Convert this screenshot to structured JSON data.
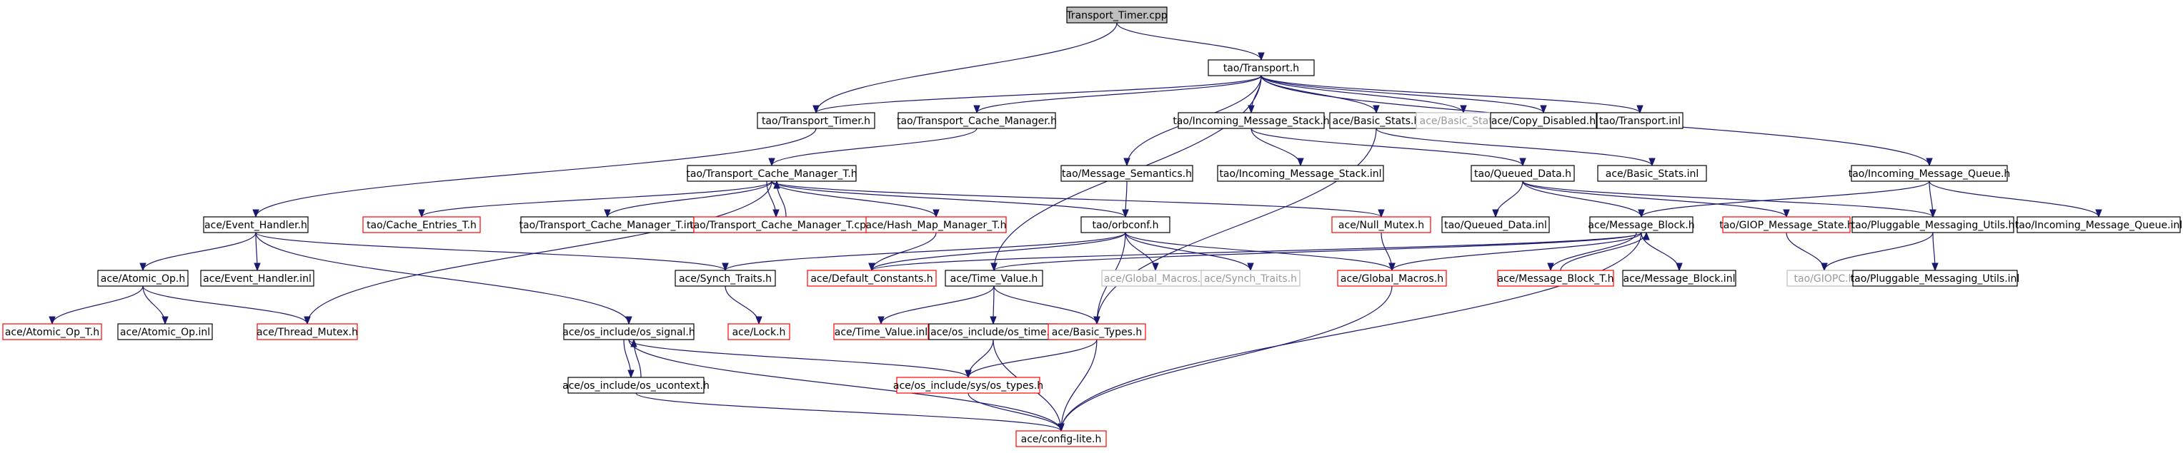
{
  "colors": {
    "edge": "#191970",
    "border_default": "#000000",
    "border_red": "#ff0000",
    "border_grey": "#bfbfbf",
    "root_fill": "#bfbfbf",
    "text_default": "#000000",
    "text_grey": "#999999"
  },
  "nodes": [
    {
      "id": "n0",
      "label": "Transport_Timer.cpp",
      "style": "root"
    },
    {
      "id": "n1",
      "label": "tao/Transport.h",
      "style": "black"
    },
    {
      "id": "n2",
      "label": "tao/Transport_Timer.h",
      "style": "black"
    },
    {
      "id": "n3",
      "label": "tao/Transport_Cache_Manager.h",
      "style": "black"
    },
    {
      "id": "n4",
      "label": "tao/Incoming_Message_Stack.h",
      "style": "black"
    },
    {
      "id": "n5",
      "label": "ace/Basic_Stats.h",
      "style": "black"
    },
    {
      "id": "n6",
      "label": "ace/Basic_Stats.h",
      "style": "grey"
    },
    {
      "id": "n7",
      "label": "ace/Copy_Disabled.h",
      "style": "black"
    },
    {
      "id": "n8",
      "label": "tao/Transport.inl",
      "style": "black"
    },
    {
      "id": "n9",
      "label": "tao/Transport_Cache_Manager_T.h",
      "style": "black"
    },
    {
      "id": "n10",
      "label": "tao/Message_Semantics.h",
      "style": "black"
    },
    {
      "id": "n11",
      "label": "tao/Incoming_Message_Stack.inl",
      "style": "black"
    },
    {
      "id": "n12",
      "label": "tao/Queued_Data.h",
      "style": "black"
    },
    {
      "id": "n13",
      "label": "ace/Basic_Stats.inl",
      "style": "black"
    },
    {
      "id": "n14",
      "label": "tao/Incoming_Message_Queue.h",
      "style": "black"
    },
    {
      "id": "n15",
      "label": "ace/Event_Handler.h",
      "style": "black"
    },
    {
      "id": "n16",
      "label": "tao/Cache_Entries_T.h",
      "style": "red"
    },
    {
      "id": "n17",
      "label": "tao/Transport_Cache_Manager_T.inl",
      "style": "black"
    },
    {
      "id": "n18",
      "label": "tao/Transport_Cache_Manager_T.cpp",
      "style": "red"
    },
    {
      "id": "n19",
      "label": "ace/Hash_Map_Manager_T.h",
      "style": "red"
    },
    {
      "id": "n20",
      "label": "tao/orbconf.h",
      "style": "black"
    },
    {
      "id": "n21",
      "label": "ace/Null_Mutex.h",
      "style": "red"
    },
    {
      "id": "n22",
      "label": "tao/Queued_Data.inl",
      "style": "black"
    },
    {
      "id": "n23",
      "label": "ace/Message_Block.h",
      "style": "black"
    },
    {
      "id": "n24",
      "label": "tao/GIOP_Message_State.h",
      "style": "red"
    },
    {
      "id": "n25",
      "label": "tao/Pluggable_Messaging_Utils.h",
      "style": "black"
    },
    {
      "id": "n26",
      "label": "tao/Incoming_Message_Queue.inl",
      "style": "black"
    },
    {
      "id": "n27",
      "label": "ace/Atomic_Op.h",
      "style": "black"
    },
    {
      "id": "n28",
      "label": "ace/Event_Handler.inl",
      "style": "black"
    },
    {
      "id": "n29",
      "label": "ace/Synch_Traits.h",
      "style": "black"
    },
    {
      "id": "n30",
      "label": "ace/Default_Constants.h",
      "style": "red"
    },
    {
      "id": "n31",
      "label": "ace/Time_Value.h",
      "style": "black"
    },
    {
      "id": "n32",
      "label": "ace/Global_Macros.h",
      "style": "grey"
    },
    {
      "id": "n33",
      "label": "ace/Synch_Traits.h",
      "style": "grey"
    },
    {
      "id": "n34",
      "label": "ace/Global_Macros.h",
      "style": "red"
    },
    {
      "id": "n35",
      "label": "ace/Message_Block_T.h",
      "style": "red"
    },
    {
      "id": "n36",
      "label": "ace/Message_Block.inl",
      "style": "black"
    },
    {
      "id": "n37",
      "label": "tao/GIOPC.h",
      "style": "grey"
    },
    {
      "id": "n38",
      "label": "tao/Pluggable_Messaging_Utils.inl",
      "style": "black"
    },
    {
      "id": "n39",
      "label": "ace/Atomic_Op_T.h",
      "style": "red"
    },
    {
      "id": "n40",
      "label": "ace/Atomic_Op.inl",
      "style": "black"
    },
    {
      "id": "n41",
      "label": "ace/Thread_Mutex.h",
      "style": "red"
    },
    {
      "id": "n42",
      "label": "ace/os_include/os_signal.h",
      "style": "black"
    },
    {
      "id": "n43",
      "label": "ace/Lock.h",
      "style": "red"
    },
    {
      "id": "n44",
      "label": "ace/Time_Value.inl",
      "style": "red"
    },
    {
      "id": "n45",
      "label": "ace/os_include/os_time.h",
      "style": "black"
    },
    {
      "id": "n46",
      "label": "ace/Basic_Types.h",
      "style": "red"
    },
    {
      "id": "n47",
      "label": "ace/os_include/os_ucontext.h",
      "style": "black"
    },
    {
      "id": "n48",
      "label": "ace/os_include/sys/os_types.h",
      "style": "red"
    },
    {
      "id": "n49",
      "label": "ace/config-lite.h",
      "style": "red"
    }
  ],
  "edges": [
    [
      "n0",
      "n1"
    ],
    [
      "n0",
      "n2"
    ],
    [
      "n1",
      "n2"
    ],
    [
      "n1",
      "n3"
    ],
    [
      "n1",
      "n4"
    ],
    [
      "n1",
      "n5"
    ],
    [
      "n1",
      "n6"
    ],
    [
      "n1",
      "n7"
    ],
    [
      "n1",
      "n8"
    ],
    [
      "n1",
      "n10"
    ],
    [
      "n1",
      "n14"
    ],
    [
      "n1",
      "n31"
    ],
    [
      "n2",
      "n15"
    ],
    [
      "n3",
      "n9"
    ],
    [
      "n4",
      "n11"
    ],
    [
      "n4",
      "n12"
    ],
    [
      "n5",
      "n13"
    ],
    [
      "n5",
      "n46"
    ],
    [
      "n9",
      "n16"
    ],
    [
      "n9",
      "n17"
    ],
    [
      "n9",
      "n18"
    ],
    [
      "n9",
      "n19"
    ],
    [
      "n9",
      "n20"
    ],
    [
      "n9",
      "n21"
    ],
    [
      "n9",
      "n41"
    ],
    [
      "n18",
      "n9"
    ],
    [
      "n10",
      "n20"
    ],
    [
      "n12",
      "n22"
    ],
    [
      "n12",
      "n23"
    ],
    [
      "n12",
      "n24"
    ],
    [
      "n12",
      "n25"
    ],
    [
      "n14",
      "n23"
    ],
    [
      "n14",
      "n25"
    ],
    [
      "n14",
      "n26"
    ],
    [
      "n15",
      "n27"
    ],
    [
      "n15",
      "n28"
    ],
    [
      "n15",
      "n29"
    ],
    [
      "n15",
      "n42"
    ],
    [
      "n19",
      "n30"
    ],
    [
      "n20",
      "n29"
    ],
    [
      "n20",
      "n30"
    ],
    [
      "n20",
      "n32"
    ],
    [
      "n20",
      "n33"
    ],
    [
      "n20",
      "n34"
    ],
    [
      "n20",
      "n46"
    ],
    [
      "n21",
      "n34"
    ],
    [
      "n23",
      "n30"
    ],
    [
      "n23",
      "n31"
    ],
    [
      "n23",
      "n34"
    ],
    [
      "n23",
      "n35"
    ],
    [
      "n23",
      "n36"
    ],
    [
      "n23",
      "n49"
    ],
    [
      "n35",
      "n23"
    ],
    [
      "n24",
      "n37"
    ],
    [
      "n25",
      "n37"
    ],
    [
      "n25",
      "n38"
    ],
    [
      "n27",
      "n39"
    ],
    [
      "n27",
      "n40"
    ],
    [
      "n27",
      "n41"
    ],
    [
      "n29",
      "n43"
    ],
    [
      "n31",
      "n44"
    ],
    [
      "n31",
      "n45"
    ],
    [
      "n31",
      "n46"
    ],
    [
      "n34",
      "n49"
    ],
    [
      "n42",
      "n47"
    ],
    [
      "n42",
      "n48"
    ],
    [
      "n42",
      "n49"
    ],
    [
      "n47",
      "n42"
    ],
    [
      "n47",
      "n49"
    ],
    [
      "n45",
      "n48"
    ],
    [
      "n45",
      "n49"
    ],
    [
      "n46",
      "n48"
    ],
    [
      "n46",
      "n49"
    ],
    [
      "n48",
      "n49"
    ]
  ]
}
